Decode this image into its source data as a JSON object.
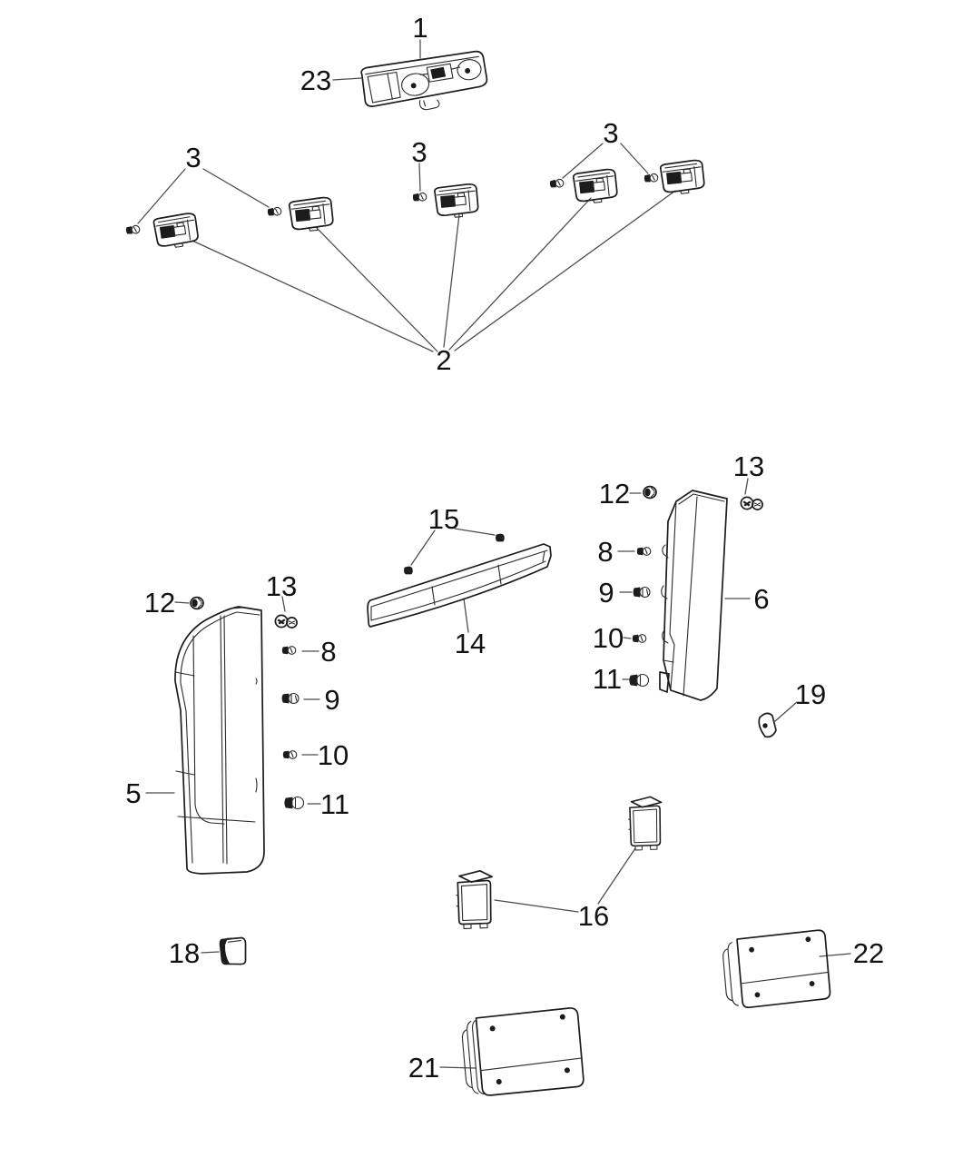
{
  "page": {
    "background_color": "#ffffff",
    "line_color": "#1c1c1c",
    "leader_line_color": "#4a4a4a",
    "text_color": "#121212"
  },
  "diagram": {
    "type": "exploded-parts-diagram",
    "subject": "tail-lamps-and-rear-lamps-line-art",
    "callouts": {
      "item_1": "1",
      "item_2": "2",
      "item_3": "3",
      "item_5": "5",
      "item_6": "6",
      "item_8": "8",
      "item_9": "9",
      "item_10": "10",
      "item_11": "11",
      "item_12": "12",
      "item_13": "13",
      "item_14": "14",
      "item_15": "15",
      "item_16": "16",
      "item_18": "18",
      "item_19": "19",
      "item_21": "21",
      "item_22": "22",
      "item_23": "23"
    }
  }
}
